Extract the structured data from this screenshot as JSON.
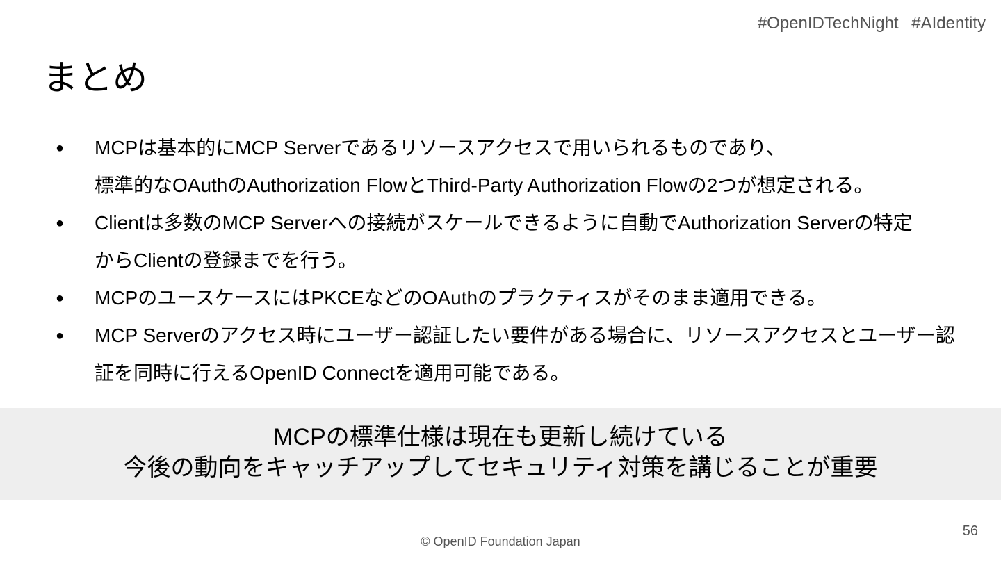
{
  "header": {
    "hashtags": [
      "#OpenIDTechNight",
      "#AIdentity"
    ]
  },
  "slide": {
    "title": "まとめ",
    "bullet_symbol": "●",
    "bullets": [
      {
        "lines": [
          "MCPは基本的にMCP Serverであるリソースアクセスで用いられるものであり、",
          "標準的なOAuthのAuthorization FlowとThird-Party Authorization Flowの2つが想定される。"
        ]
      },
      {
        "lines": [
          "Clientは多数のMCP Serverへの接続がスケールできるように自動でAuthorization Serverの特定",
          "からClientの登録までを行う。"
        ]
      },
      {
        "lines": [
          "MCPのユースケースにはPKCEなどのOAuthのプラクティスがそのまま適用できる。"
        ]
      },
      {
        "lines": [
          "MCP Serverのアクセス時にユーザー認証したい要件がある場合に、リソースアクセスとユーザー認",
          "証を同時に行えるOpenID Connectを適用可能である。"
        ]
      }
    ],
    "summary": {
      "line1": "MCPの標準仕様は現在も更新し続けている",
      "line2": "今後の動向をキャッチアップしてセキュリティ対策を講じることが重要"
    },
    "page_number": "56"
  },
  "footer": {
    "copyright": "© OpenID Foundation Japan"
  },
  "colors": {
    "background": "#ffffff",
    "summary_band": "#eeeeee",
    "muted_text": "#555555",
    "body_text": "#000000"
  }
}
